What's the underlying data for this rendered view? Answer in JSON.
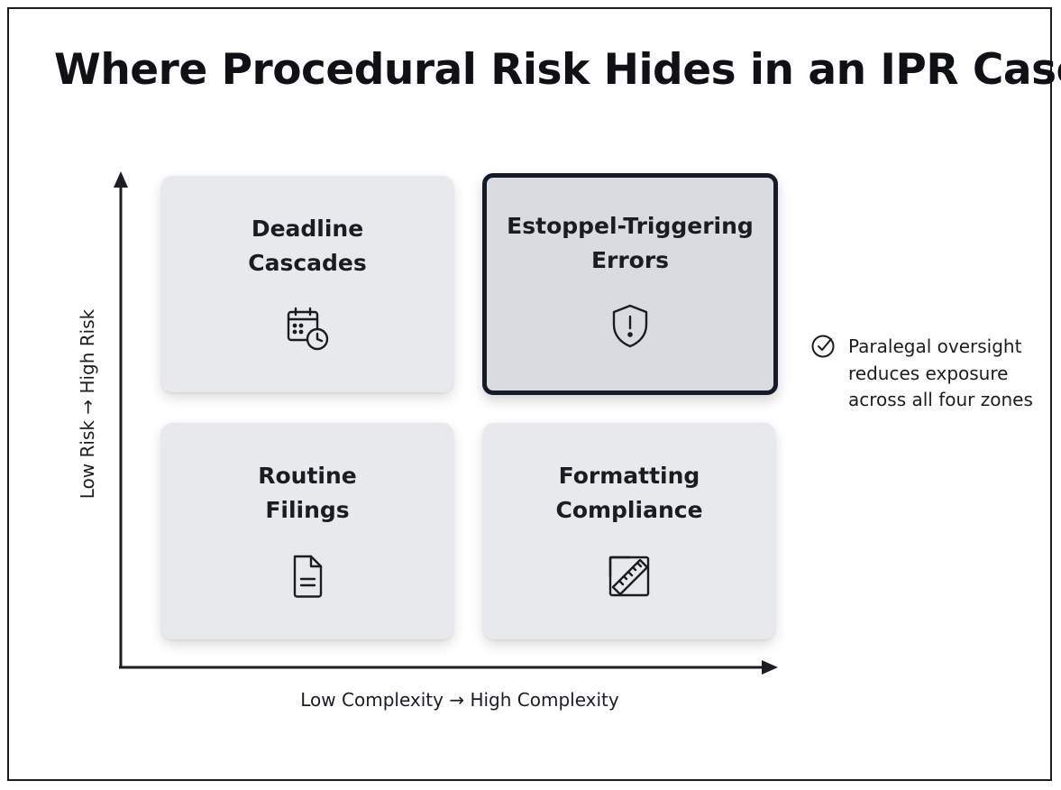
{
  "title": "Where Procedural Risk Hides in an IPR Case",
  "axes": {
    "y_label": "Low Risk → High Risk",
    "x_label": "Low Complexity → High Complexity"
  },
  "quadrants": [
    {
      "title_line1": "Deadline",
      "title_line2": "Cascades",
      "icon": "calendar-clock-icon",
      "highlighted": false
    },
    {
      "title_line1": "Estoppel-Triggering",
      "title_line2": "Errors",
      "icon": "shield-alert-icon",
      "highlighted": true
    },
    {
      "title_line1": "Routine",
      "title_line2": "Filings",
      "icon": "document-icon",
      "highlighted": false
    },
    {
      "title_line1": "Formatting",
      "title_line2": "Compliance",
      "icon": "ruler-icon",
      "highlighted": false
    }
  ],
  "note": {
    "icon": "check-circle-icon",
    "text": "Paralegal oversight reduces exposure across all four zones"
  },
  "colors": {
    "card_background": "#e8e9ec",
    "highlight_border": "#161a28",
    "axis": "#1b1d22"
  }
}
